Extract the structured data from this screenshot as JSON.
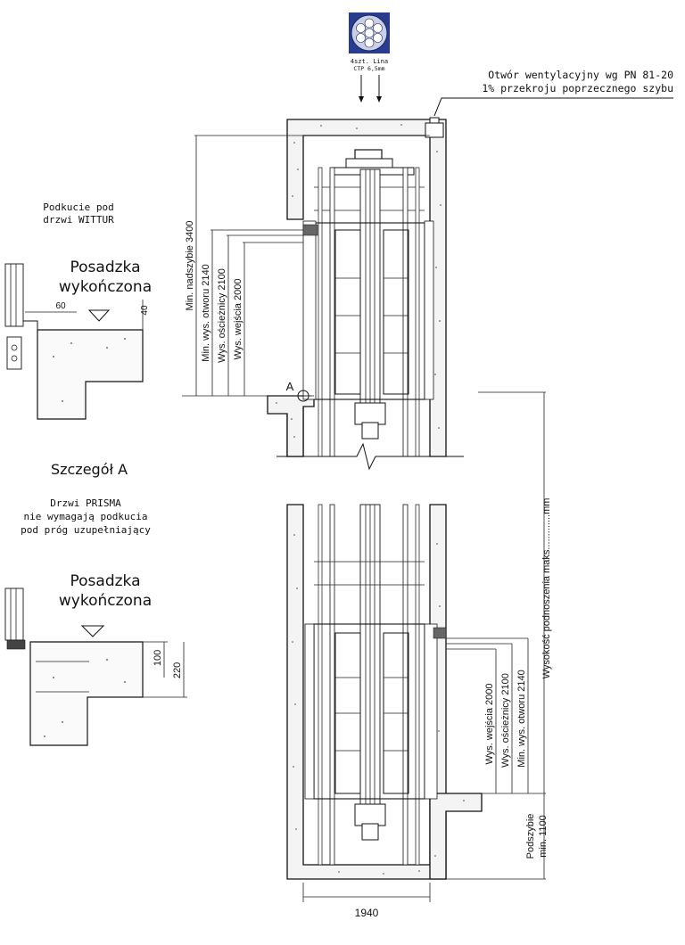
{
  "rope": {
    "icon": "steel-rope-cross-section-icon",
    "label_line1": "4szt. Lina",
    "label_line2": "CTP 6,5mm"
  },
  "vent_note": {
    "line1": "Otwór wentylacyjny wg PN 81-20",
    "line2": "1% przekroju poprzecznego szybu"
  },
  "top_dims": {
    "overhead": "Min. nadszybie 3400",
    "opening": "Min. wys. otworu 2140",
    "frame": "Wys. ościeżnicy 2100",
    "entrance": "Wys. wejścia 2000"
  },
  "marker_a": "A",
  "detail_wittur": {
    "title_line1": "Podkucie pod",
    "title_line2": "drzwi WITTUR",
    "floor_line1": "Posadzka",
    "floor_line2": "wykończona",
    "dim_60": "60",
    "dim_40": "40"
  },
  "detail_a_title": "Szczegół A",
  "detail_prisma": {
    "note_line1": "Drzwi PRISMA",
    "note_line2": "nie wymagają podkucia",
    "note_line3": "pod próg uzupełniający",
    "floor_line1": "Posadzka",
    "floor_line2": "wykończona",
    "dim_100": "100",
    "dim_220": "220"
  },
  "bottom_dims": {
    "travel": "Wysokość podnoszenia maks.............mm",
    "entrance": "Wys. wejścia 2000",
    "frame": "Wys. ościeżnicy 2100",
    "opening": "Min. wys. otworu 2140",
    "pit_line1": "Podszybie",
    "pit_line2": "min. 1100",
    "shaft_width": "1940"
  }
}
